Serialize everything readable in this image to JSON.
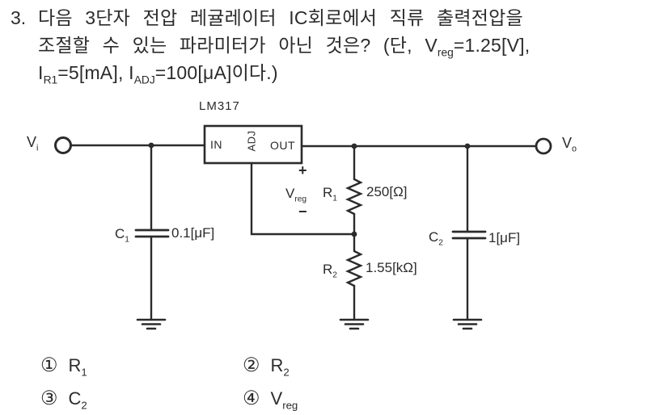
{
  "page": {
    "background": "#ffffff",
    "ink": "#2b2b2b"
  },
  "question": {
    "number": "3.",
    "line1": [
      {
        "t": "다음 3단자 전압 레귤레이터 IC회로에서 직류 출력전압을"
      }
    ],
    "line2": [
      {
        "t": "조절할 수 있는 파라미터가 아닌 것은? (단, V"
      },
      {
        "s": "reg"
      },
      {
        "t": "=1.25[V],"
      }
    ],
    "line3": [
      {
        "t": "I"
      },
      {
        "s": "R1"
      },
      {
        "t": "=5[mA], I"
      },
      {
        "s": "ADJ"
      },
      {
        "t": "=100[μA]이다.)"
      }
    ]
  },
  "circuit": {
    "ic_name": "LM317",
    "pin_in": "IN",
    "pin_adj": "ADJ",
    "pin_out": "OUT",
    "input_terminal": [
      {
        "t": "V"
      },
      {
        "s": "i"
      }
    ],
    "output_terminal": [
      {
        "t": "V"
      },
      {
        "s": "o"
      }
    ],
    "plus_sign": "+",
    "minus_sign": "−",
    "vreg_label": [
      {
        "t": "V"
      },
      {
        "s": "reg"
      }
    ],
    "c1_label": [
      {
        "t": "C"
      },
      {
        "s": "1"
      }
    ],
    "c1_value": "0.1[μF]",
    "r1_label": [
      {
        "t": "R"
      },
      {
        "s": "1"
      }
    ],
    "r1_value": "250[Ω]",
    "r2_label": [
      {
        "t": "R"
      },
      {
        "s": "2"
      }
    ],
    "r2_value": "1.55[kΩ]",
    "c2_label": [
      {
        "t": "C"
      },
      {
        "s": "2"
      }
    ],
    "c2_value": "1[μF]"
  },
  "options": [
    {
      "num": "①",
      "label": [
        {
          "t": "R"
        },
        {
          "s": "1"
        }
      ]
    },
    {
      "num": "②",
      "label": [
        {
          "t": "R"
        },
        {
          "s": "2"
        }
      ]
    },
    {
      "num": "③",
      "label": [
        {
          "t": "C"
        },
        {
          "s": "2"
        }
      ]
    },
    {
      "num": "④",
      "label": [
        {
          "t": "V"
        },
        {
          "s": "reg"
        }
      ]
    }
  ]
}
